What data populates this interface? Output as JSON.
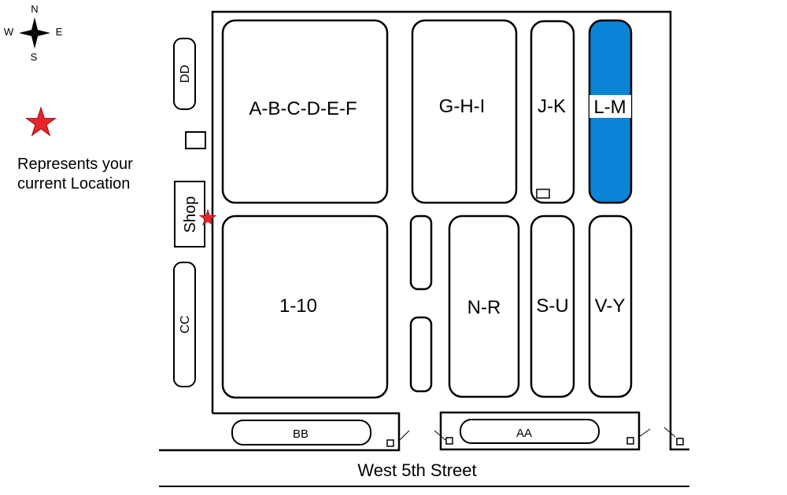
{
  "compass": {
    "n": "N",
    "s": "S",
    "e": "E",
    "w": "W"
  },
  "legend": {
    "line1": "Represents your",
    "line2": "current Location",
    "marker_color": "#e8242b"
  },
  "sections": {
    "a_f": "A-B-C-D-E-F",
    "g_i": "G-H-I",
    "j_k": "J-K",
    "l_m": "L-M",
    "one_ten": "1-10",
    "n_r": "N-R",
    "s_u": "S-U",
    "v_y": "V-Y",
    "dd": "DD",
    "cc": "CC",
    "bb": "BB",
    "aa": "AA",
    "shop": "Shop"
  },
  "highlight_color": "#0a84d6",
  "street": "West 5th Street"
}
